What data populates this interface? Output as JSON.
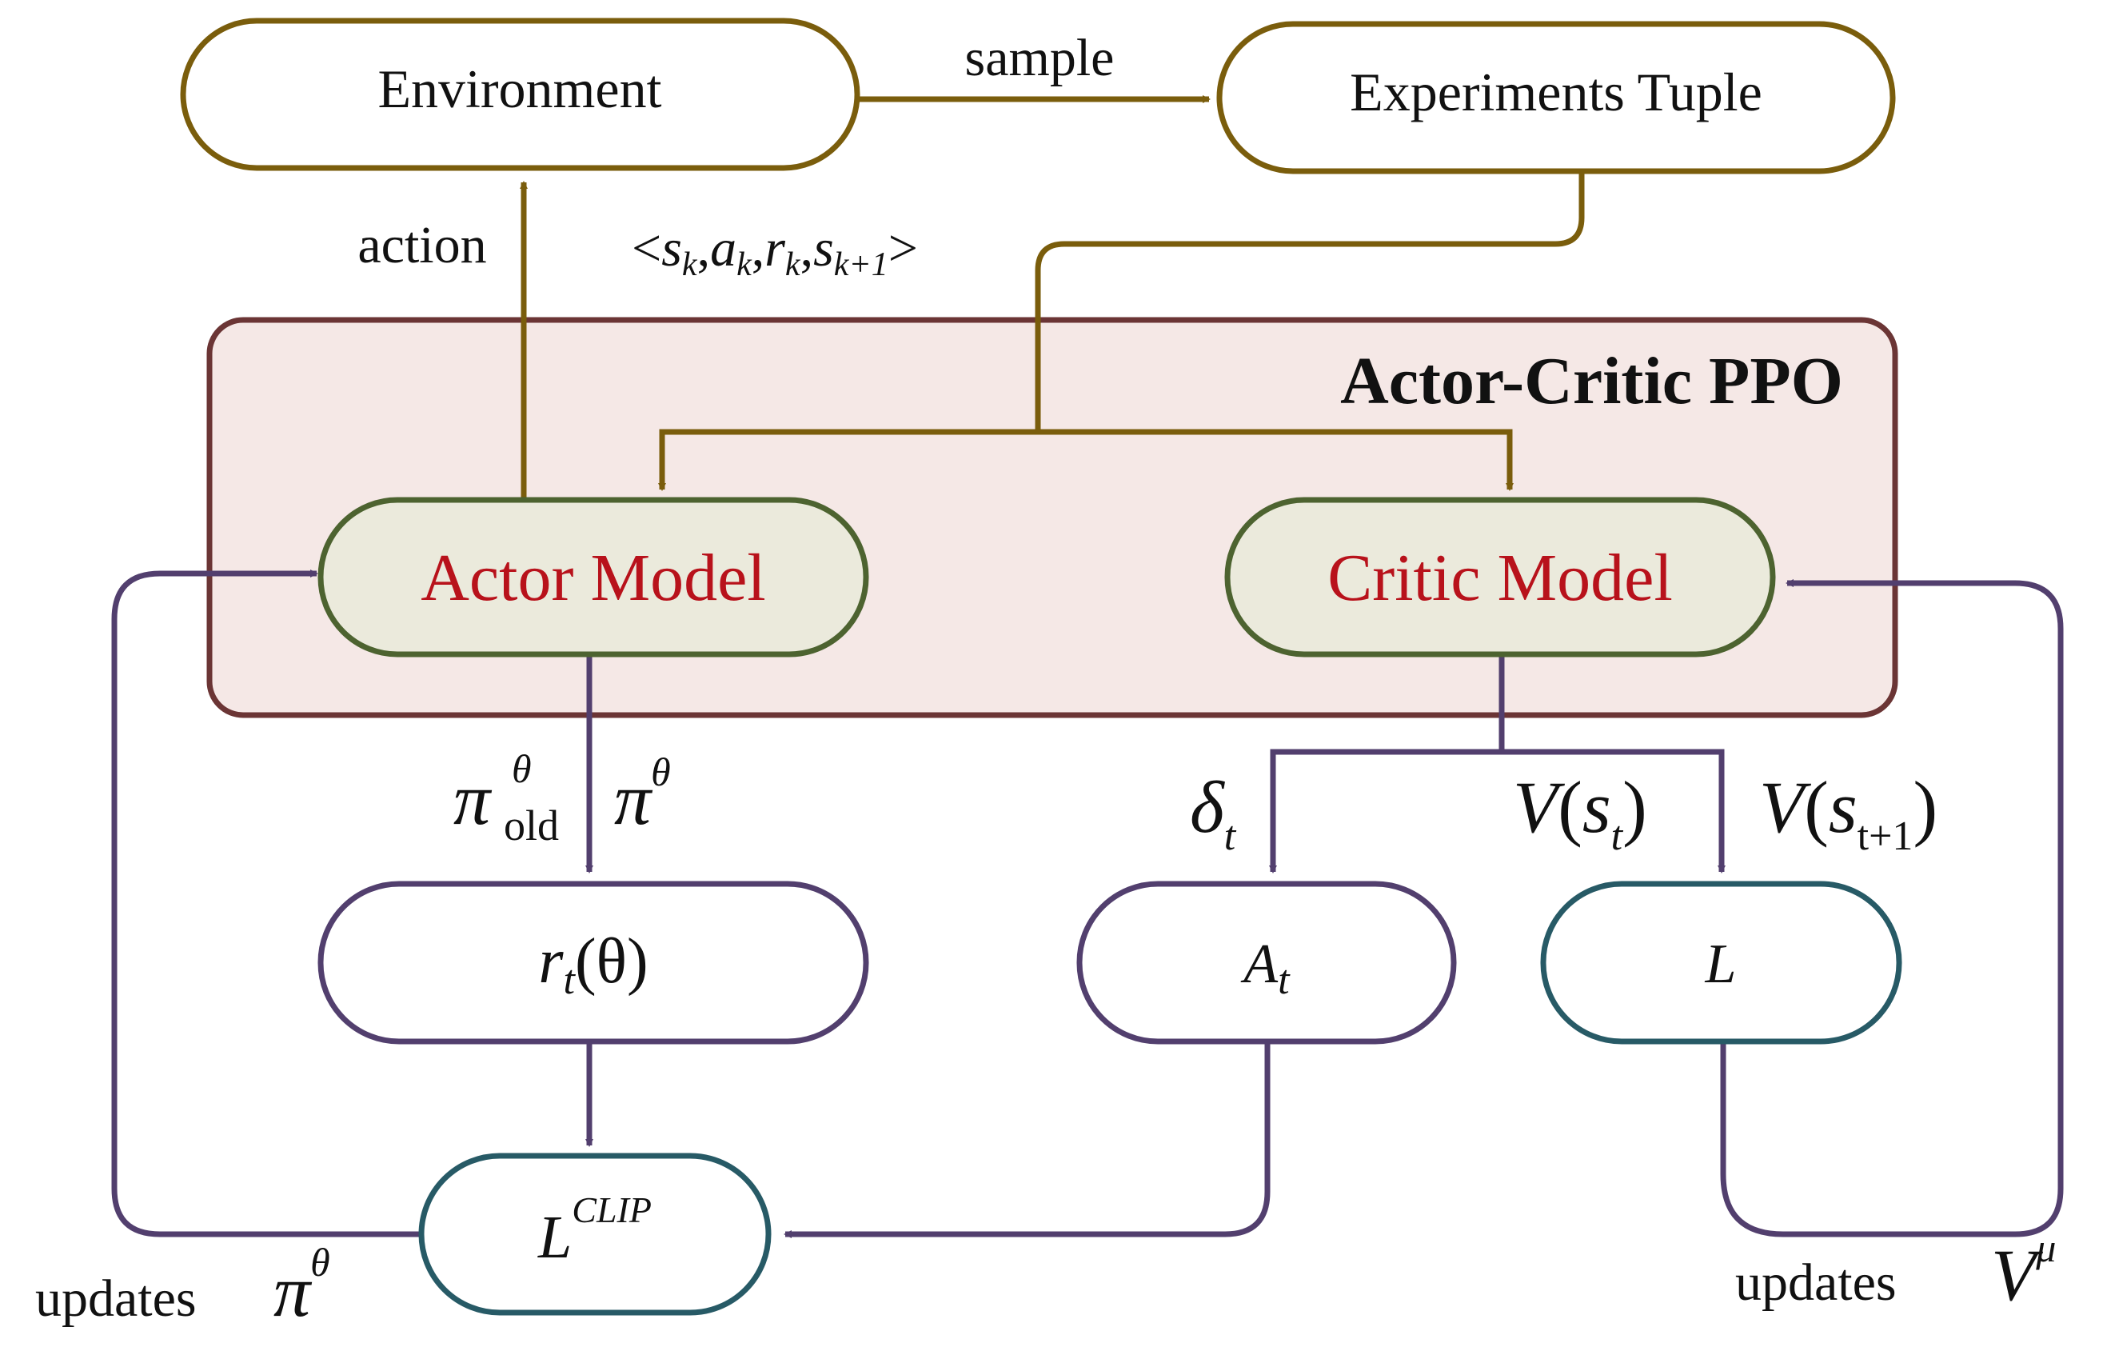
{
  "colors": {
    "environment_flow": "#7a5d0c",
    "update_flow": "#523f6e",
    "ppo_border": "#6b3535",
    "ppo_fill": "#f5e8e6",
    "model_fill": "#ebeadc",
    "model_border": "#4d6330",
    "model_text": "#b8121b",
    "loss_border": "#275a66"
  },
  "nodes": {
    "environment": "Environment",
    "experiments": "Experiments Tuple",
    "actor": "Actor Model",
    "critic": "Critic Model",
    "ratio": {
      "base": "r",
      "sub": "t",
      "arg": "(θ)"
    },
    "advantage": {
      "base": "A",
      "sub": "t"
    },
    "value_loss": "L",
    "clip_loss": {
      "base": "L",
      "sup": "CLIP"
    }
  },
  "group": {
    "title": "Actor-Critic PPO"
  },
  "edge_labels": {
    "sample": "sample",
    "action": "action",
    "tuple": {
      "open": "<",
      "s": "s",
      "s_sub": "k",
      "a": "a",
      "a_sub": "k",
      "r": "r",
      "r_sub": "k",
      "s2": "s",
      "s2_sub": "k+1",
      "close": ">",
      "comma": ","
    },
    "pi_old": {
      "base": "π",
      "sup": "θ",
      "sub": "old"
    },
    "pi": {
      "base": "π",
      "sup": "θ"
    },
    "delta": {
      "base": "δ",
      "sub": "t"
    },
    "v_st": {
      "func": "V",
      "open": "(",
      "base": "s",
      "sub": "t",
      "close": ")"
    },
    "v_st1": {
      "func": "V",
      "open": "(",
      "base": "s",
      "sub": "t+1",
      "close": ")"
    },
    "updates_actor": {
      "word": "updates",
      "base": "π",
      "sup": "θ"
    },
    "updates_critic": {
      "word": "updates",
      "base": "V",
      "sup": "μ"
    }
  }
}
